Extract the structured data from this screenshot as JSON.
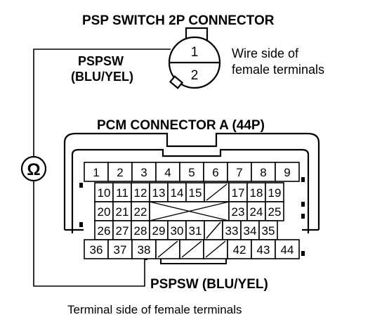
{
  "psp_connector": {
    "title": "PSP SWITCH 2P CONNECTOR",
    "pins": [
      "1",
      "2"
    ],
    "side_note": [
      "Wire side of",
      "female terminals"
    ]
  },
  "psp_wire_label": [
    "PSPSW",
    "(BLU/YEL)"
  ],
  "meter_symbol": "Ω",
  "pcm_connector": {
    "title": "PCM CONNECTOR A (44P)",
    "rows": [
      [
        "1",
        "2",
        "3",
        "4",
        "5",
        "6",
        "7",
        "8",
        "9"
      ],
      [
        "10",
        "11",
        "12",
        "13",
        "14",
        "15",
        "",
        "17",
        "18",
        "19"
      ],
      [
        "20",
        "21",
        "22",
        "",
        "23",
        "24",
        "25"
      ],
      [
        "26",
        "27",
        "28",
        "29",
        "30",
        "31",
        "",
        "33",
        "34",
        "35"
      ],
      [
        "36",
        "37",
        "38",
        "",
        "",
        "",
        "42",
        "43",
        "44"
      ]
    ],
    "pin_label": "PSPSW (BLU/YEL)",
    "footer": "Terminal side of female terminals"
  }
}
